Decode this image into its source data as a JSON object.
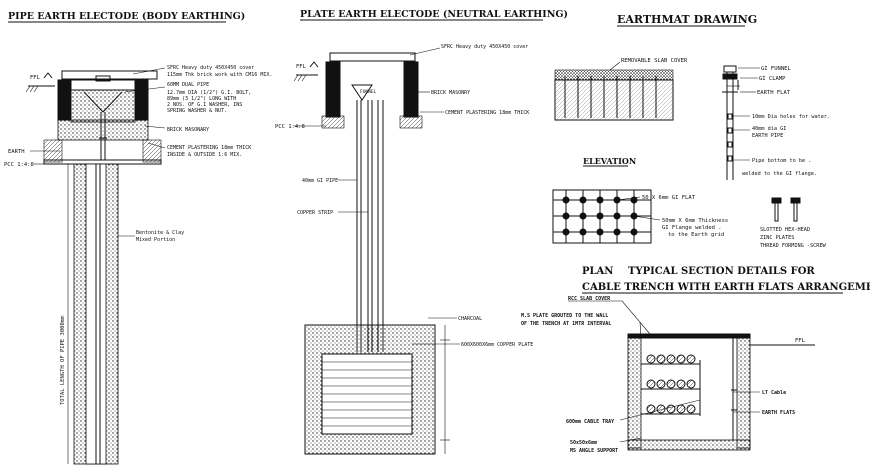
{
  "titles": {
    "pipe": "PIPE EARTH ELECTODE (BODY EARTHING)",
    "plate": "PLATE EARTH ELECTODE (NEUTRAL EARTHING)",
    "earthmat": "EARTHMAT DRAWING",
    "elevation": "ELEVATION",
    "plan": "PLAN",
    "section_1": "TYPICAL SECTION DETAILS FOR",
    "section_2": "CABLE TRENCH WITH EARTH FLATS ARRANGEMENT"
  },
  "pipe_labels": {
    "ffl": "FFL",
    "cover_1": "SFRC Heavy duty 450X450 cover",
    "cover_2": "115mm Thk brick work with CM16 MIX.",
    "pipe_1": "60MM DUAL PIPE",
    "pipe_2": "12.7mm DIA (1/2\") G.I. BOLT,",
    "pipe_3": "89mm (3 1/2\") LONG WITH",
    "pipe_4": "2 NOS. OF G.I WASHER, INS",
    "pipe_5": "SPRING WASHER & NUT.",
    "masonry": "BRICK MASONARY",
    "plaster_1": "CEMENT PLASTERING 18mm THICK",
    "plaster_2": "INSIDE & OUTSIDE 1:6 MIX.",
    "earth": "EARTH",
    "pcc": "PCC 1:4:8",
    "bentonite_1": "Bentonite & Clay",
    "bentonite_2": "Mixed Portion",
    "length": "TOTAL LENGTH OF PIPE 3000mm"
  },
  "plate_labels": {
    "ffl": "FFL",
    "cover": "SFRC Heavy duty 450X450 cover",
    "masonry": "BRICK MASONRY",
    "funnel": "FUNNEL",
    "plaster": "CEMENT PLASTERING 18mm THICK",
    "pcc": "PCC 1:4:8",
    "gi_pipe": "40mm GI PIPE",
    "strip": "COPPER STRIP",
    "charcoal": "CHARCOAL",
    "plate": "600X600X6mm COPPER PLATE"
  },
  "earthmat_labels": {
    "slab": "REMOVABLE SLAB COVER",
    "funnel": "GI FUNNEL",
    "clamp": "GI CLAMP",
    "flat": "EARTH FLAT",
    "holes": "10mm Dia holes for water.",
    "pipe_1": "40mm dia GI",
    "pipe_2": "EARTH PIPE",
    "bottom_1": "Pipe bottom to be .",
    "bottom_2": "welded to the GI flange.",
    "gi_flat": "50 X 6mm GI FLAT",
    "flange_1": "50mm X 6mm Thickness",
    "flange_2": "GI Flange welded .",
    "flange_3": "to the Earth grid",
    "bolt_1": "SLOTTED HEX-HEAD",
    "bolt_2": "ZINC PLATES",
    "bolt_3": "THREAD FORMING -SCREW"
  },
  "trench_labels": {
    "cover": "RCC SLAB COVER",
    "plate_1": "M.S PLATE GROUTED TO THE WALL",
    "plate_2": "OF THE TRENCH AT 1MTR INTERVAL",
    "ffl": "FFL",
    "cable": "LT Cable",
    "tray": "600mm CABLE TRAY",
    "flats": "EARTH FLATS",
    "angle_1": "50x50x6mm",
    "angle_2": "MS ANGLE SUPPORT"
  }
}
